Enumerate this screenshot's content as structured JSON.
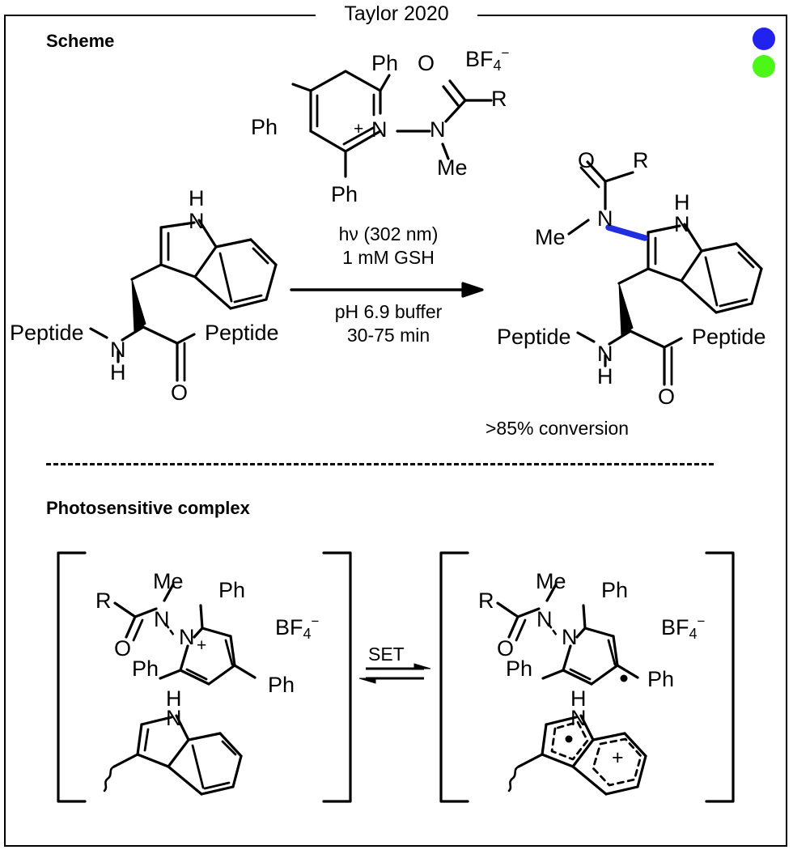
{
  "figure": {
    "title": "Taylor 2020",
    "sections": {
      "scheme_label": "Scheme",
      "complex_label": "Photosensitive complex"
    },
    "legend_dots": [
      {
        "name": "blue-dot",
        "color": "#2222ee"
      },
      {
        "name": "green-dot",
        "color": "#4cf718"
      }
    ],
    "accent_bond_color": "#2030e0"
  },
  "reaction": {
    "conditions_above": [
      "hν (302 nm)",
      "1 mM GSH"
    ],
    "conditions_below": [
      "pH 6.9 buffer",
      "30-75 min"
    ],
    "yield_text": ">85% conversion",
    "arrow": "reaction-arrow-right"
  },
  "reagent": {
    "name": "N-aminopyridinium amide salt",
    "counterion": "BF",
    "counterion_sub": "4",
    "counterion_charge": "−",
    "labels": {
      "ph_top": "Ph",
      "ph_left": "Ph",
      "ph_bottom": "Ph",
      "oxygen": "O",
      "r_group": "R",
      "n_pyridinium": "N",
      "plus": "+",
      "n_amide": "N",
      "methyl": "Me"
    }
  },
  "substrate": {
    "name": "tryptophan residue",
    "labels": {
      "indole_nh": "H",
      "indole_n": "N",
      "peptide_left": "Peptide",
      "peptide_right": "Peptide",
      "amide_n": "N",
      "amide_h": "H",
      "carbonyl_o": "O"
    }
  },
  "product": {
    "name": "C2-amidated tryptophan",
    "labels": {
      "carbonyl_o": "O",
      "r_group": "R",
      "amide_n": "N",
      "methyl": "Me",
      "indole_nh": "H",
      "indole_n": "N",
      "peptide_left": "Peptide",
      "peptide_right": "Peptide",
      "backbone_n": "N",
      "backbone_h": "H",
      "backbone_o": "O"
    }
  },
  "complex": {
    "equilibrium_label": "SET",
    "left": {
      "name": "charge-transfer complex",
      "labels": {
        "r_group": "R",
        "methyl": "Me",
        "n_amide": "N",
        "n_pyridinium": "N",
        "plus": "+",
        "oxygen": "O",
        "ph_top": "Ph",
        "ph_left": "Ph",
        "ph_right": "Ph",
        "counterion": "BF",
        "counterion_sub": "4",
        "counterion_charge": "−",
        "indole_h": "H",
        "indole_n": "N"
      }
    },
    "right": {
      "name": "radical pair",
      "labels": {
        "r_group": "R",
        "methyl": "Me",
        "n_amide": "N",
        "n_pyridinyl": "N",
        "oxygen": "O",
        "ph_top": "Ph",
        "ph_left": "Ph",
        "ph_right": "Ph",
        "counterion": "BF",
        "counterion_sub": "4",
        "counterion_charge": "−",
        "indole_h": "H",
        "indole_n": "N",
        "radical_dot": "•",
        "cation_plus": "+"
      }
    }
  }
}
